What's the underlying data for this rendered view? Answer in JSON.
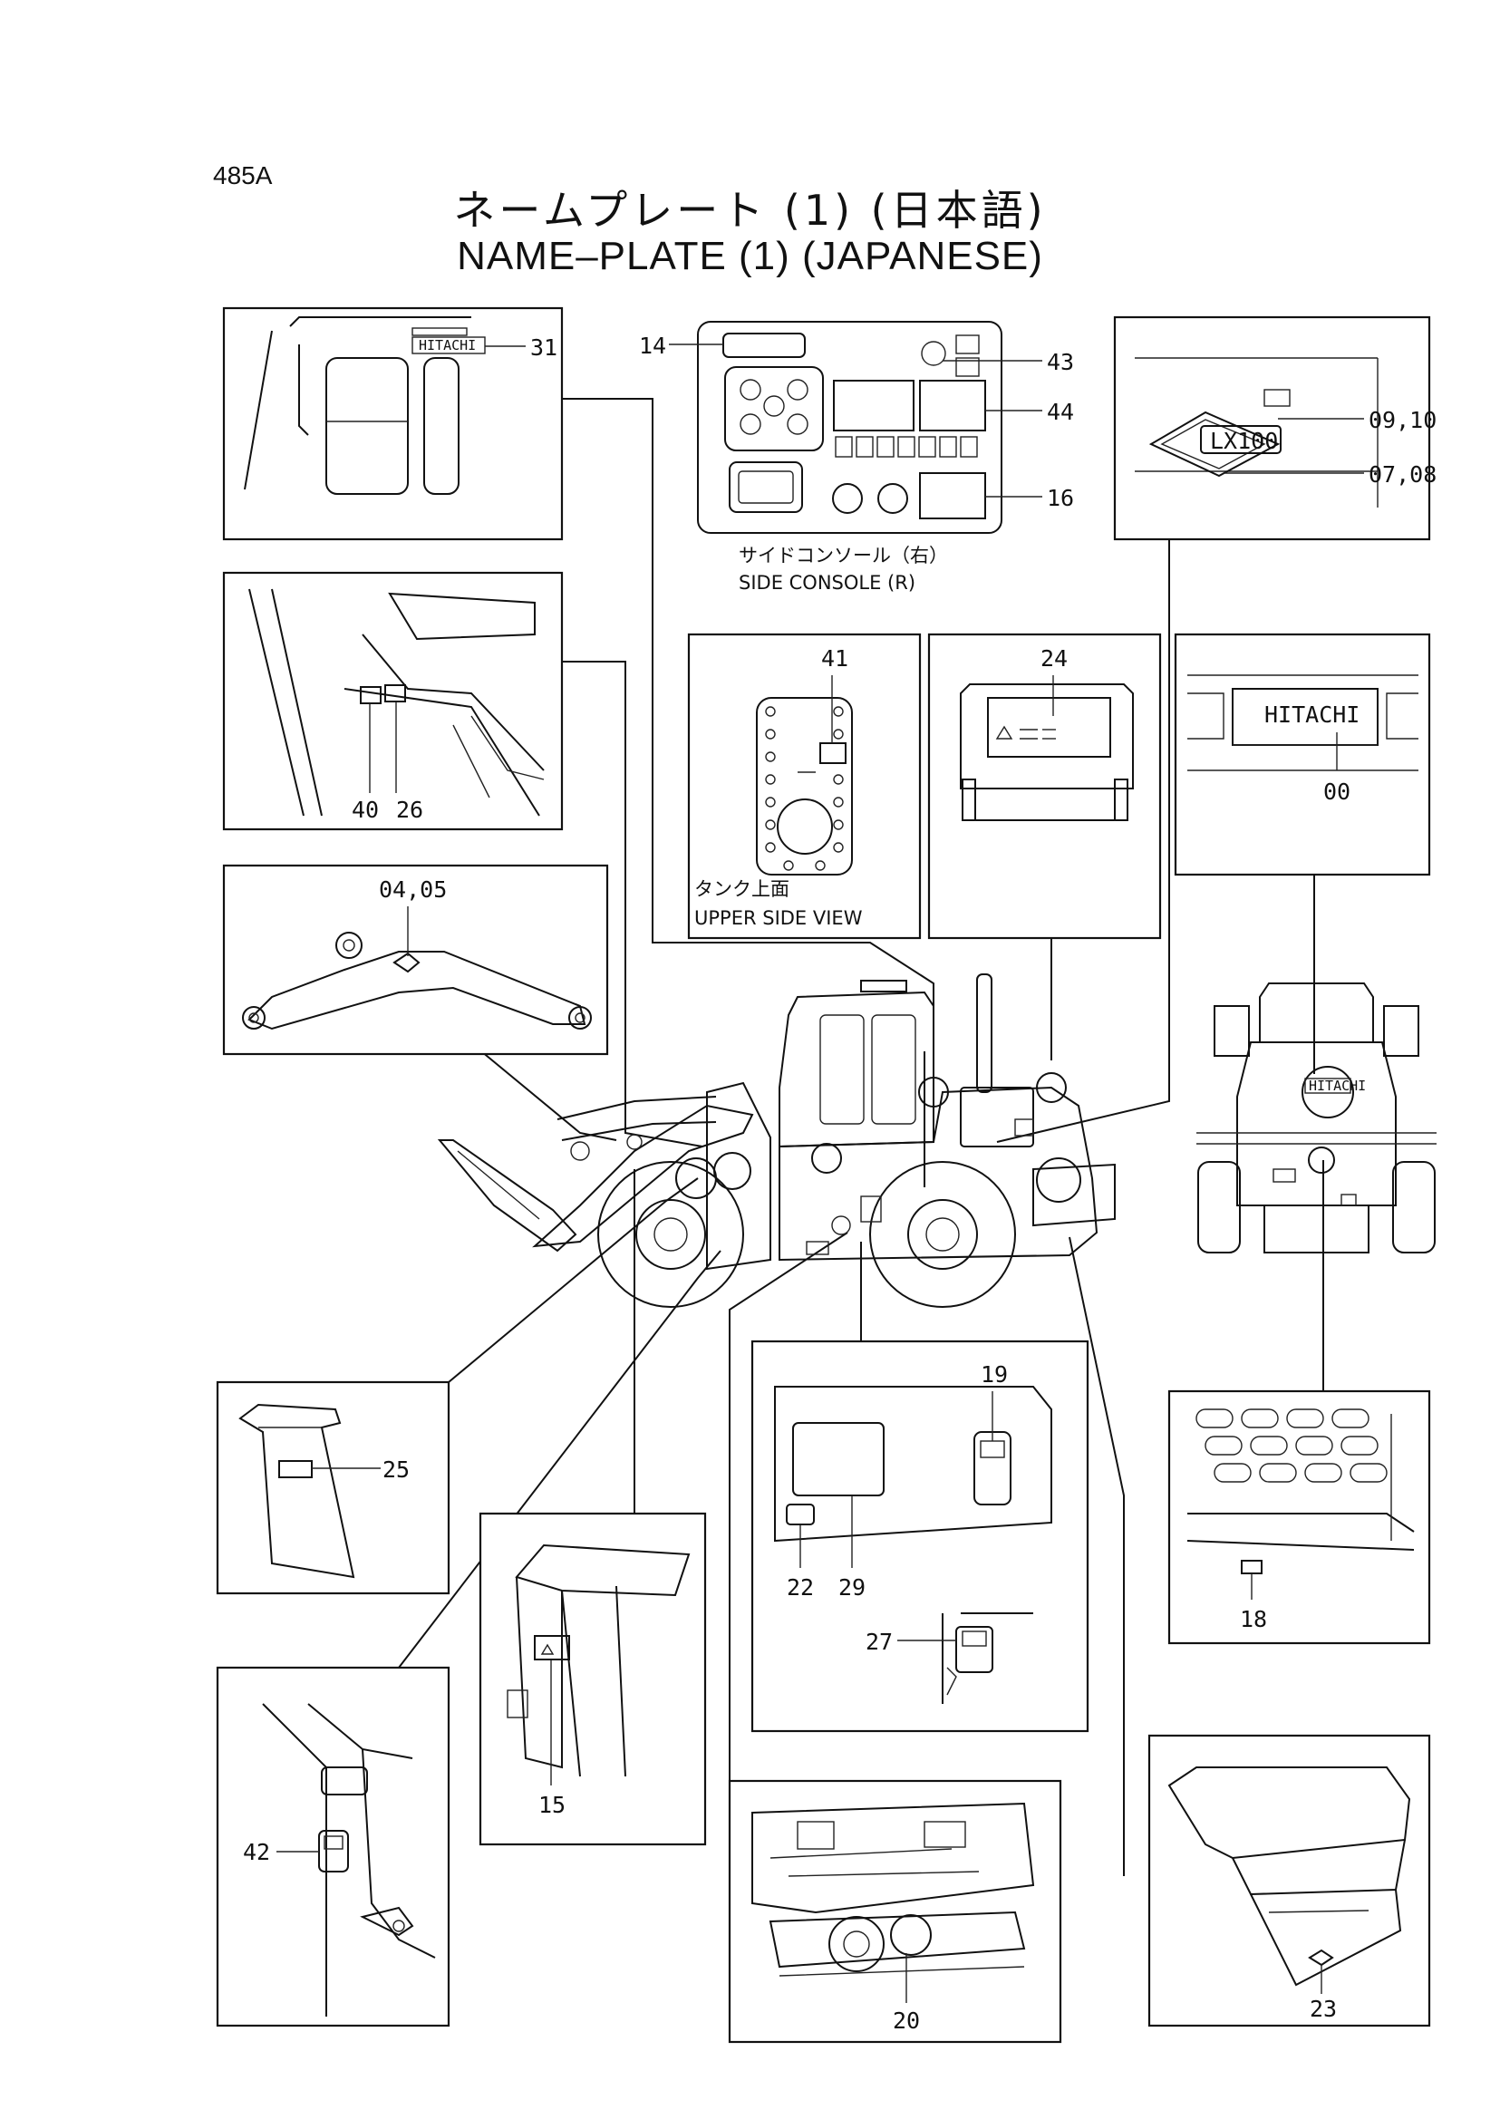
{
  "page": {
    "code": "485A",
    "title_jp": "ネームプレート (1) (日本語)",
    "title_en": "NAME–PLATE (1) (JAPANESE)"
  },
  "details": {
    "cab_roof": {
      "callouts": [
        "31"
      ],
      "logo_text": "HITACHI"
    },
    "side_console": {
      "callouts": [
        "14",
        "43",
        "44",
        "16"
      ],
      "caption_jp": "サイドコンソール（右）",
      "caption_en": "SIDE CONSOLE (R)"
    },
    "model_decal": {
      "callouts": [
        "09,10",
        "07,08"
      ],
      "model_text": "LX100"
    },
    "cab_interior": {
      "callouts": [
        "40",
        "26"
      ]
    },
    "tank_top": {
      "callouts": [
        "41"
      ],
      "caption_jp": "タンク上面",
      "caption_en": "UPPER SIDE VIEW"
    },
    "panel_cover": {
      "callouts": [
        "24"
      ]
    },
    "rear_logo": {
      "callouts": [
        "00"
      ],
      "logo_text": "HITACHI"
    },
    "boom": {
      "callouts": [
        "04,05"
      ]
    },
    "fender": {
      "callouts": [
        "25"
      ]
    },
    "battery_box": {
      "callouts": [
        "15"
      ]
    },
    "side_panel": {
      "callouts": [
        "19",
        "22",
        "29",
        "27"
      ]
    },
    "rear_grille": {
      "callouts": [
        "18"
      ]
    },
    "frame_lower": {
      "callouts": [
        "42"
      ]
    },
    "axle": {
      "callouts": [
        "20"
      ]
    },
    "step": {
      "callouts": [
        "23"
      ]
    }
  }
}
